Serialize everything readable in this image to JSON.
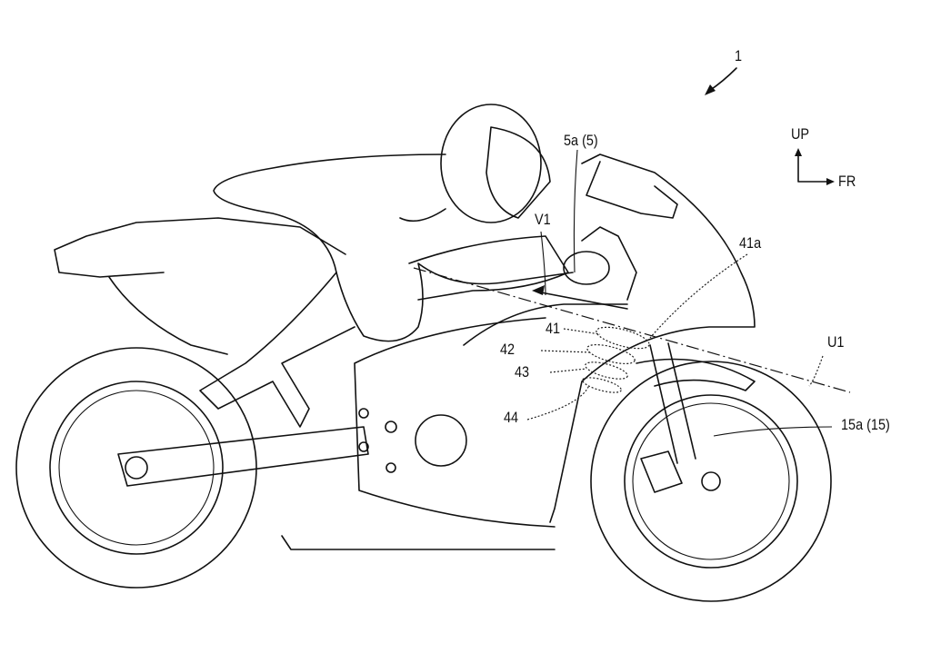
{
  "figure": {
    "reference_numeral": "1",
    "direction": {
      "up": "UP",
      "front": "FR"
    },
    "labels": {
      "handle": "5a (5)",
      "airflow": "V1",
      "duct_inlet": "41a",
      "duct_41": "41",
      "duct_42": "42",
      "duct_43": "43",
      "duct_44": "44",
      "line": "U1",
      "fender": "15a (15)"
    }
  }
}
